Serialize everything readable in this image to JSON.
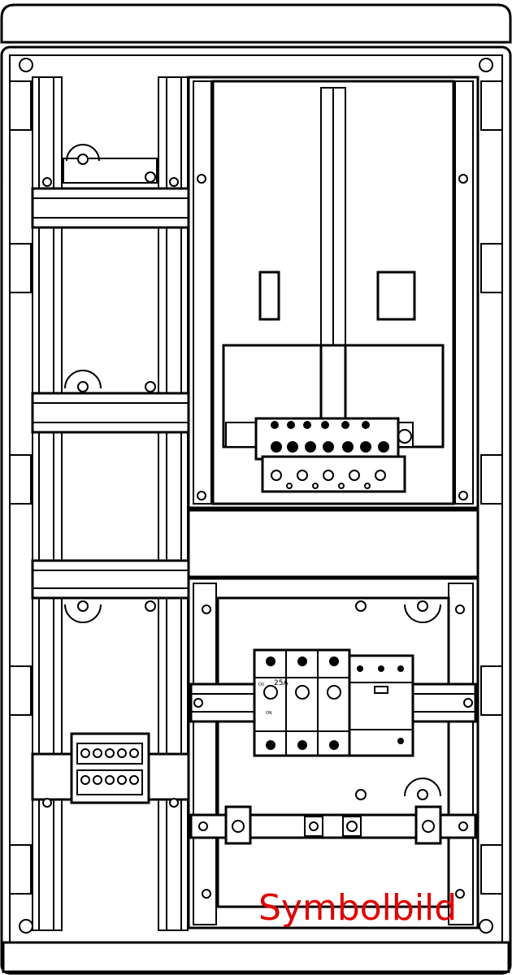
{
  "caption": "Symbolbild",
  "breaker": {
    "type_label": "D0",
    "rating_label": "25A",
    "state_label": "ON"
  },
  "colors": {
    "caption": "#e00000",
    "lines": "#000000"
  }
}
